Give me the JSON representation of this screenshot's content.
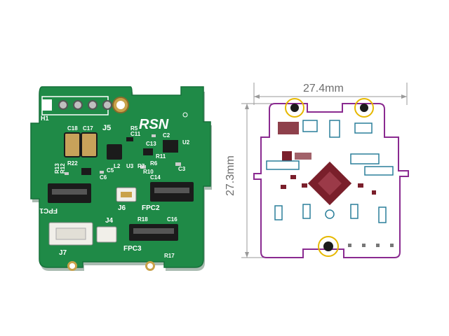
{
  "board_photo": {
    "logo_text": "RSN",
    "silkscreen_labels": {
      "h1": "H1",
      "j5": "J5",
      "j6": "J6",
      "j4": "J4",
      "j7": "J7",
      "fpc1": "FPC1",
      "fpc2": "FPC2",
      "fpc3": "FPC3",
      "c18": "C18",
      "c17": "C17",
      "c5": "C5",
      "c11": "C11",
      "c2": "C2",
      "c13": "C13",
      "u2": "U2",
      "r22": "R22",
      "c6": "C6",
      "u3": "U3",
      "r7": "R7",
      "l2": "L2",
      "r13": "R13",
      "r12": "R12",
      "c14": "C14",
      "c16": "C16",
      "r10": "R10",
      "c3": "C3",
      "r18": "R18",
      "r17": "R17",
      "r11": "R11",
      "r5": "R5",
      "r6": "R6"
    },
    "colors": {
      "pcb_green": "#1f8a47",
      "pcb_edge": "#16703a",
      "silkscreen": "#ffffff",
      "gold_pad": "#c9a24a",
      "connector_black": "#1b1b1b",
      "connector_white": "#f1efe9",
      "cap_tan": "#c8a25a"
    }
  },
  "drawing": {
    "width_label": "27.4mm",
    "height_label": "27.3mm",
    "colors": {
      "outline": "#8a2a90",
      "dimension": "#9a9a9a",
      "mount_ring": "#e6b800",
      "trace_blue": "#2a7f9a",
      "component_maroon": "#7a1f2b"
    }
  }
}
